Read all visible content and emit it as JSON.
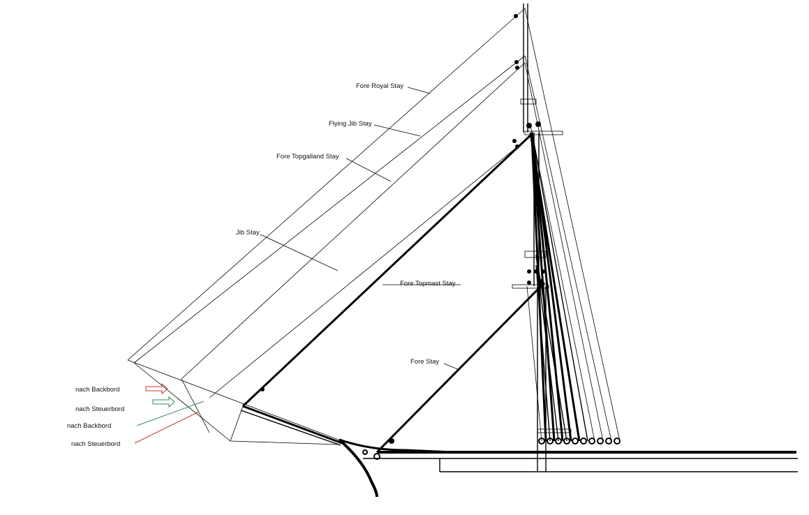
{
  "labels": {
    "fore_royal_stay": "Fore Royal Stay",
    "flying_jib_stay": "Flying Jib Stay",
    "fore_topgalland_stay": "Fore Topgalland Stay",
    "jib_stay": "Jib Stay",
    "fore_topmast_stay": "Fore Topmast Stay",
    "fore_stay": "Fore Stay",
    "legend_backbord_1": "nach Backbord",
    "legend_steuerbord_1": "nach Steuerbord",
    "legend_backbord_2": "nach  Backbord",
    "legend_steuerbord_2": "nach Steuerbord"
  },
  "colors": {
    "line": "#000000",
    "backbord": "#c0392b",
    "steuerbord": "#2e8b57"
  }
}
